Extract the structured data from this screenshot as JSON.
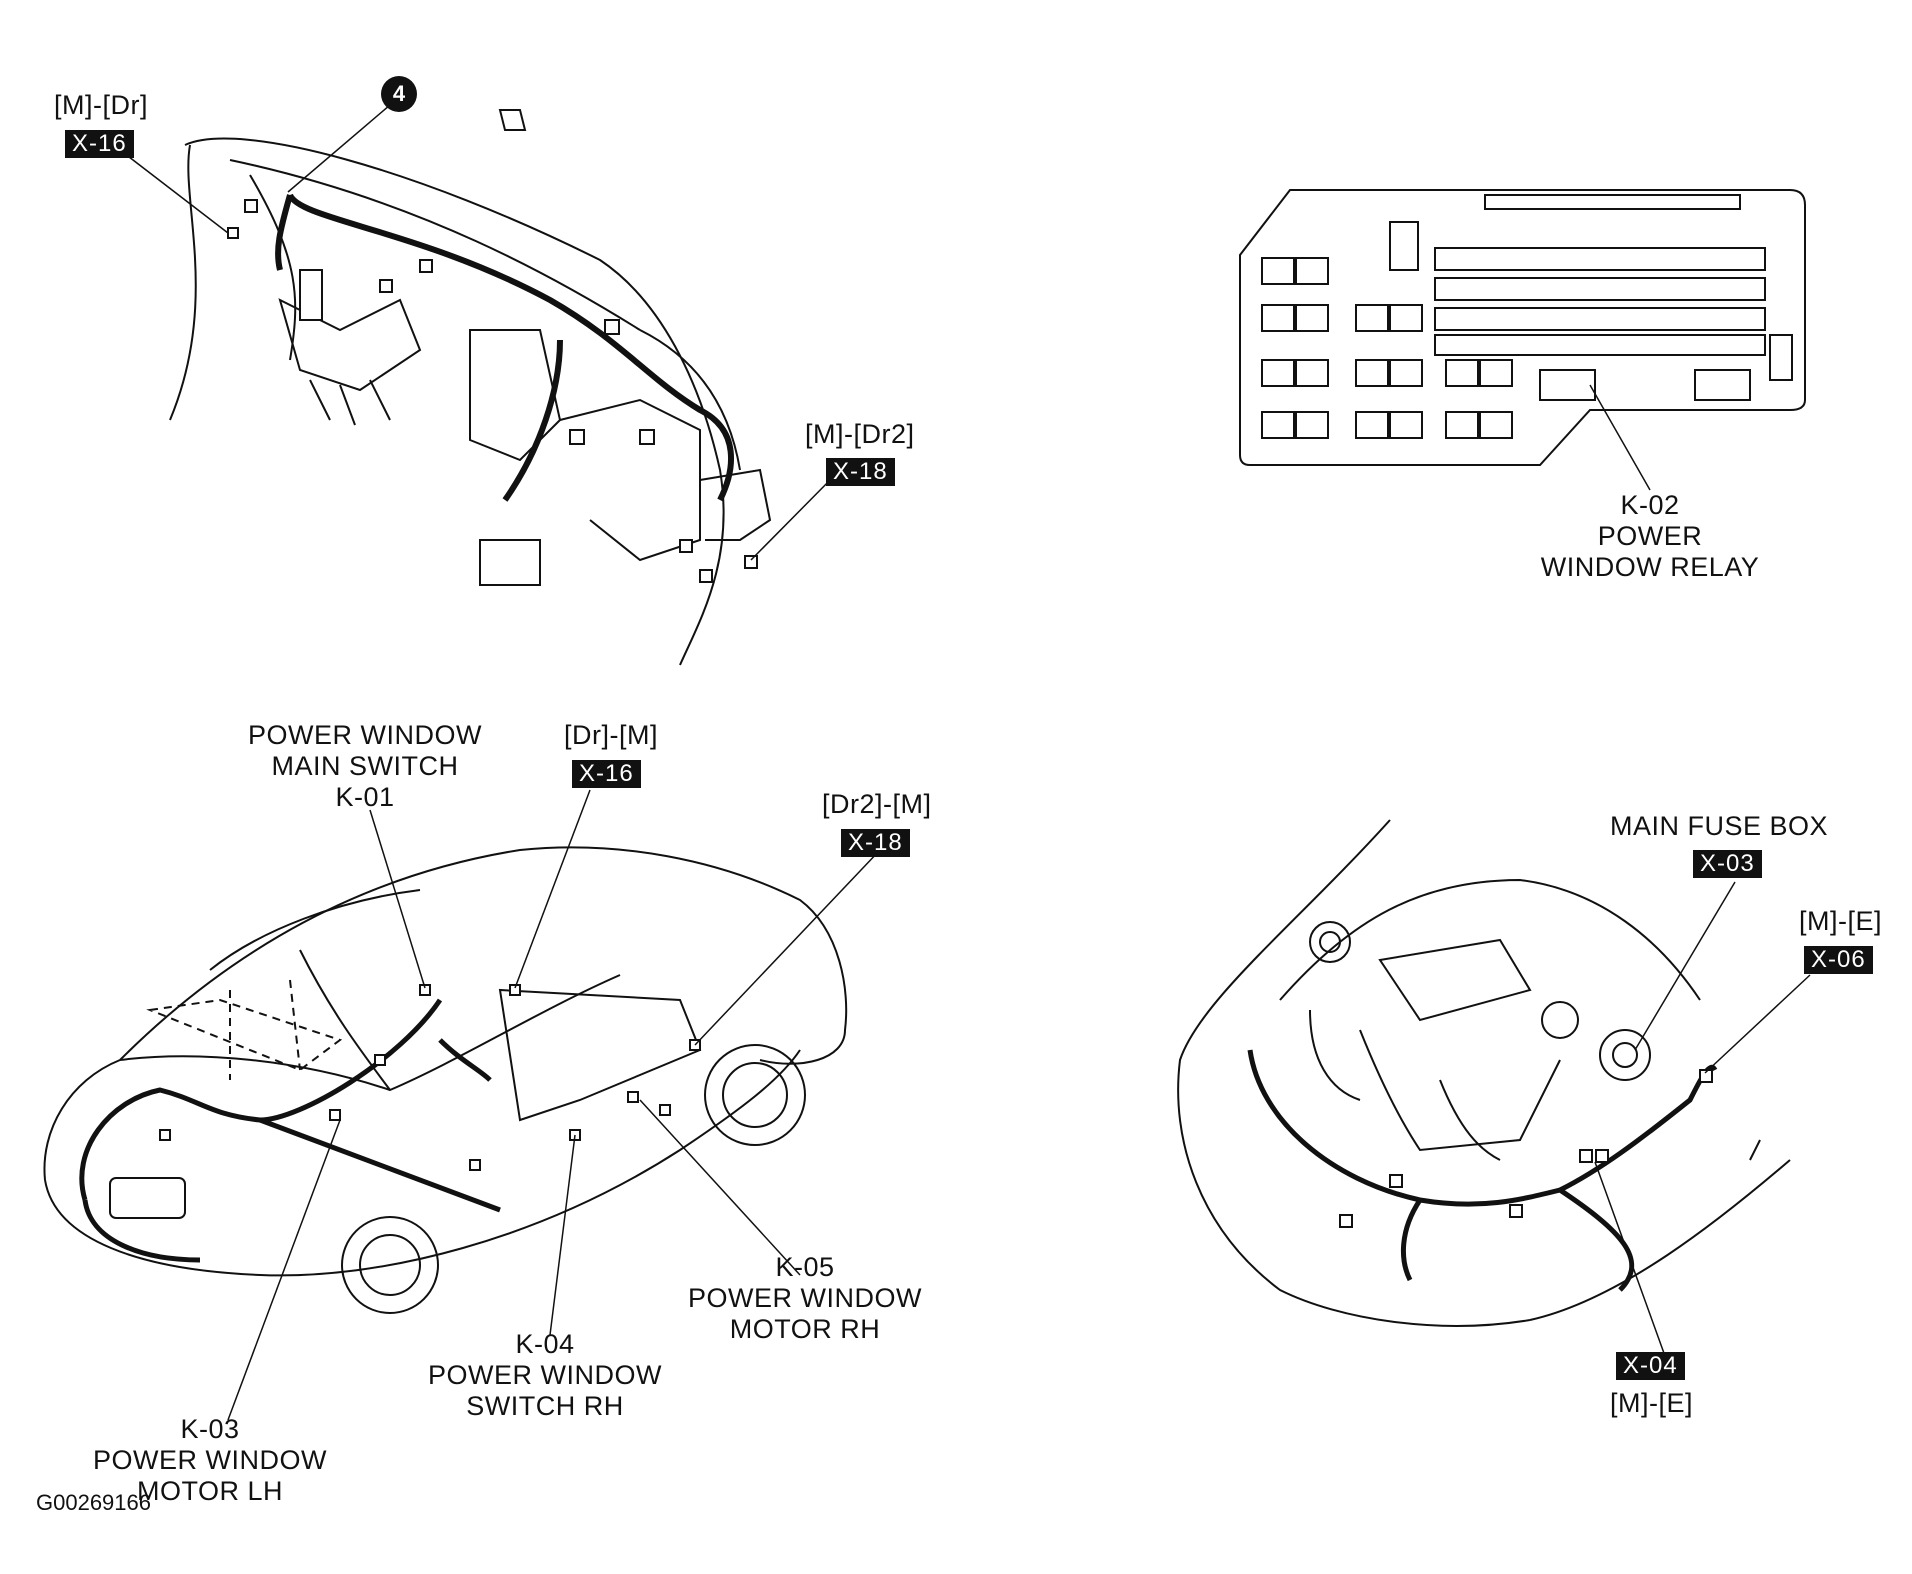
{
  "figure_id": "G00269166",
  "callout_badge": "4",
  "dash_view": {
    "connector_left": {
      "pair": "[M]-[Dr]",
      "code": "X-16"
    },
    "connector_right": {
      "pair": "[M]-[Dr2]",
      "code": "X-18"
    }
  },
  "relay_box": {
    "component": {
      "code": "K-02",
      "name_line1": "POWER",
      "name_line2": "WINDOW RELAY"
    }
  },
  "car_view": {
    "main_switch": {
      "name_line1": "POWER WINDOW",
      "name_line2": "MAIN SWITCH",
      "code": "K-01"
    },
    "connector_dr_m": {
      "pair": "[Dr]-[M]",
      "code": "X-16"
    },
    "connector_dr2_m": {
      "pair": "[Dr2]-[M]",
      "code": "X-18"
    },
    "motor_rh": {
      "code": "K-05",
      "name_line1": "POWER WINDOW",
      "name_line2": "MOTOR RH"
    },
    "switch_rh": {
      "code": "K-04",
      "name_line1": "POWER WINDOW",
      "name_line2": "SWITCH RH"
    },
    "motor_lh": {
      "code": "K-03",
      "name_line1": "POWER WINDOW",
      "name_line2": "MOTOR LH"
    }
  },
  "engine_view": {
    "main_fuse_box": {
      "name": "MAIN FUSE BOX",
      "code": "X-03"
    },
    "connector_m_e_top": {
      "pair": "[M]-[E]",
      "code": "X-06"
    },
    "connector_m_e_bottom": {
      "code": "X-04",
      "pair": "[M]-[E]"
    }
  }
}
